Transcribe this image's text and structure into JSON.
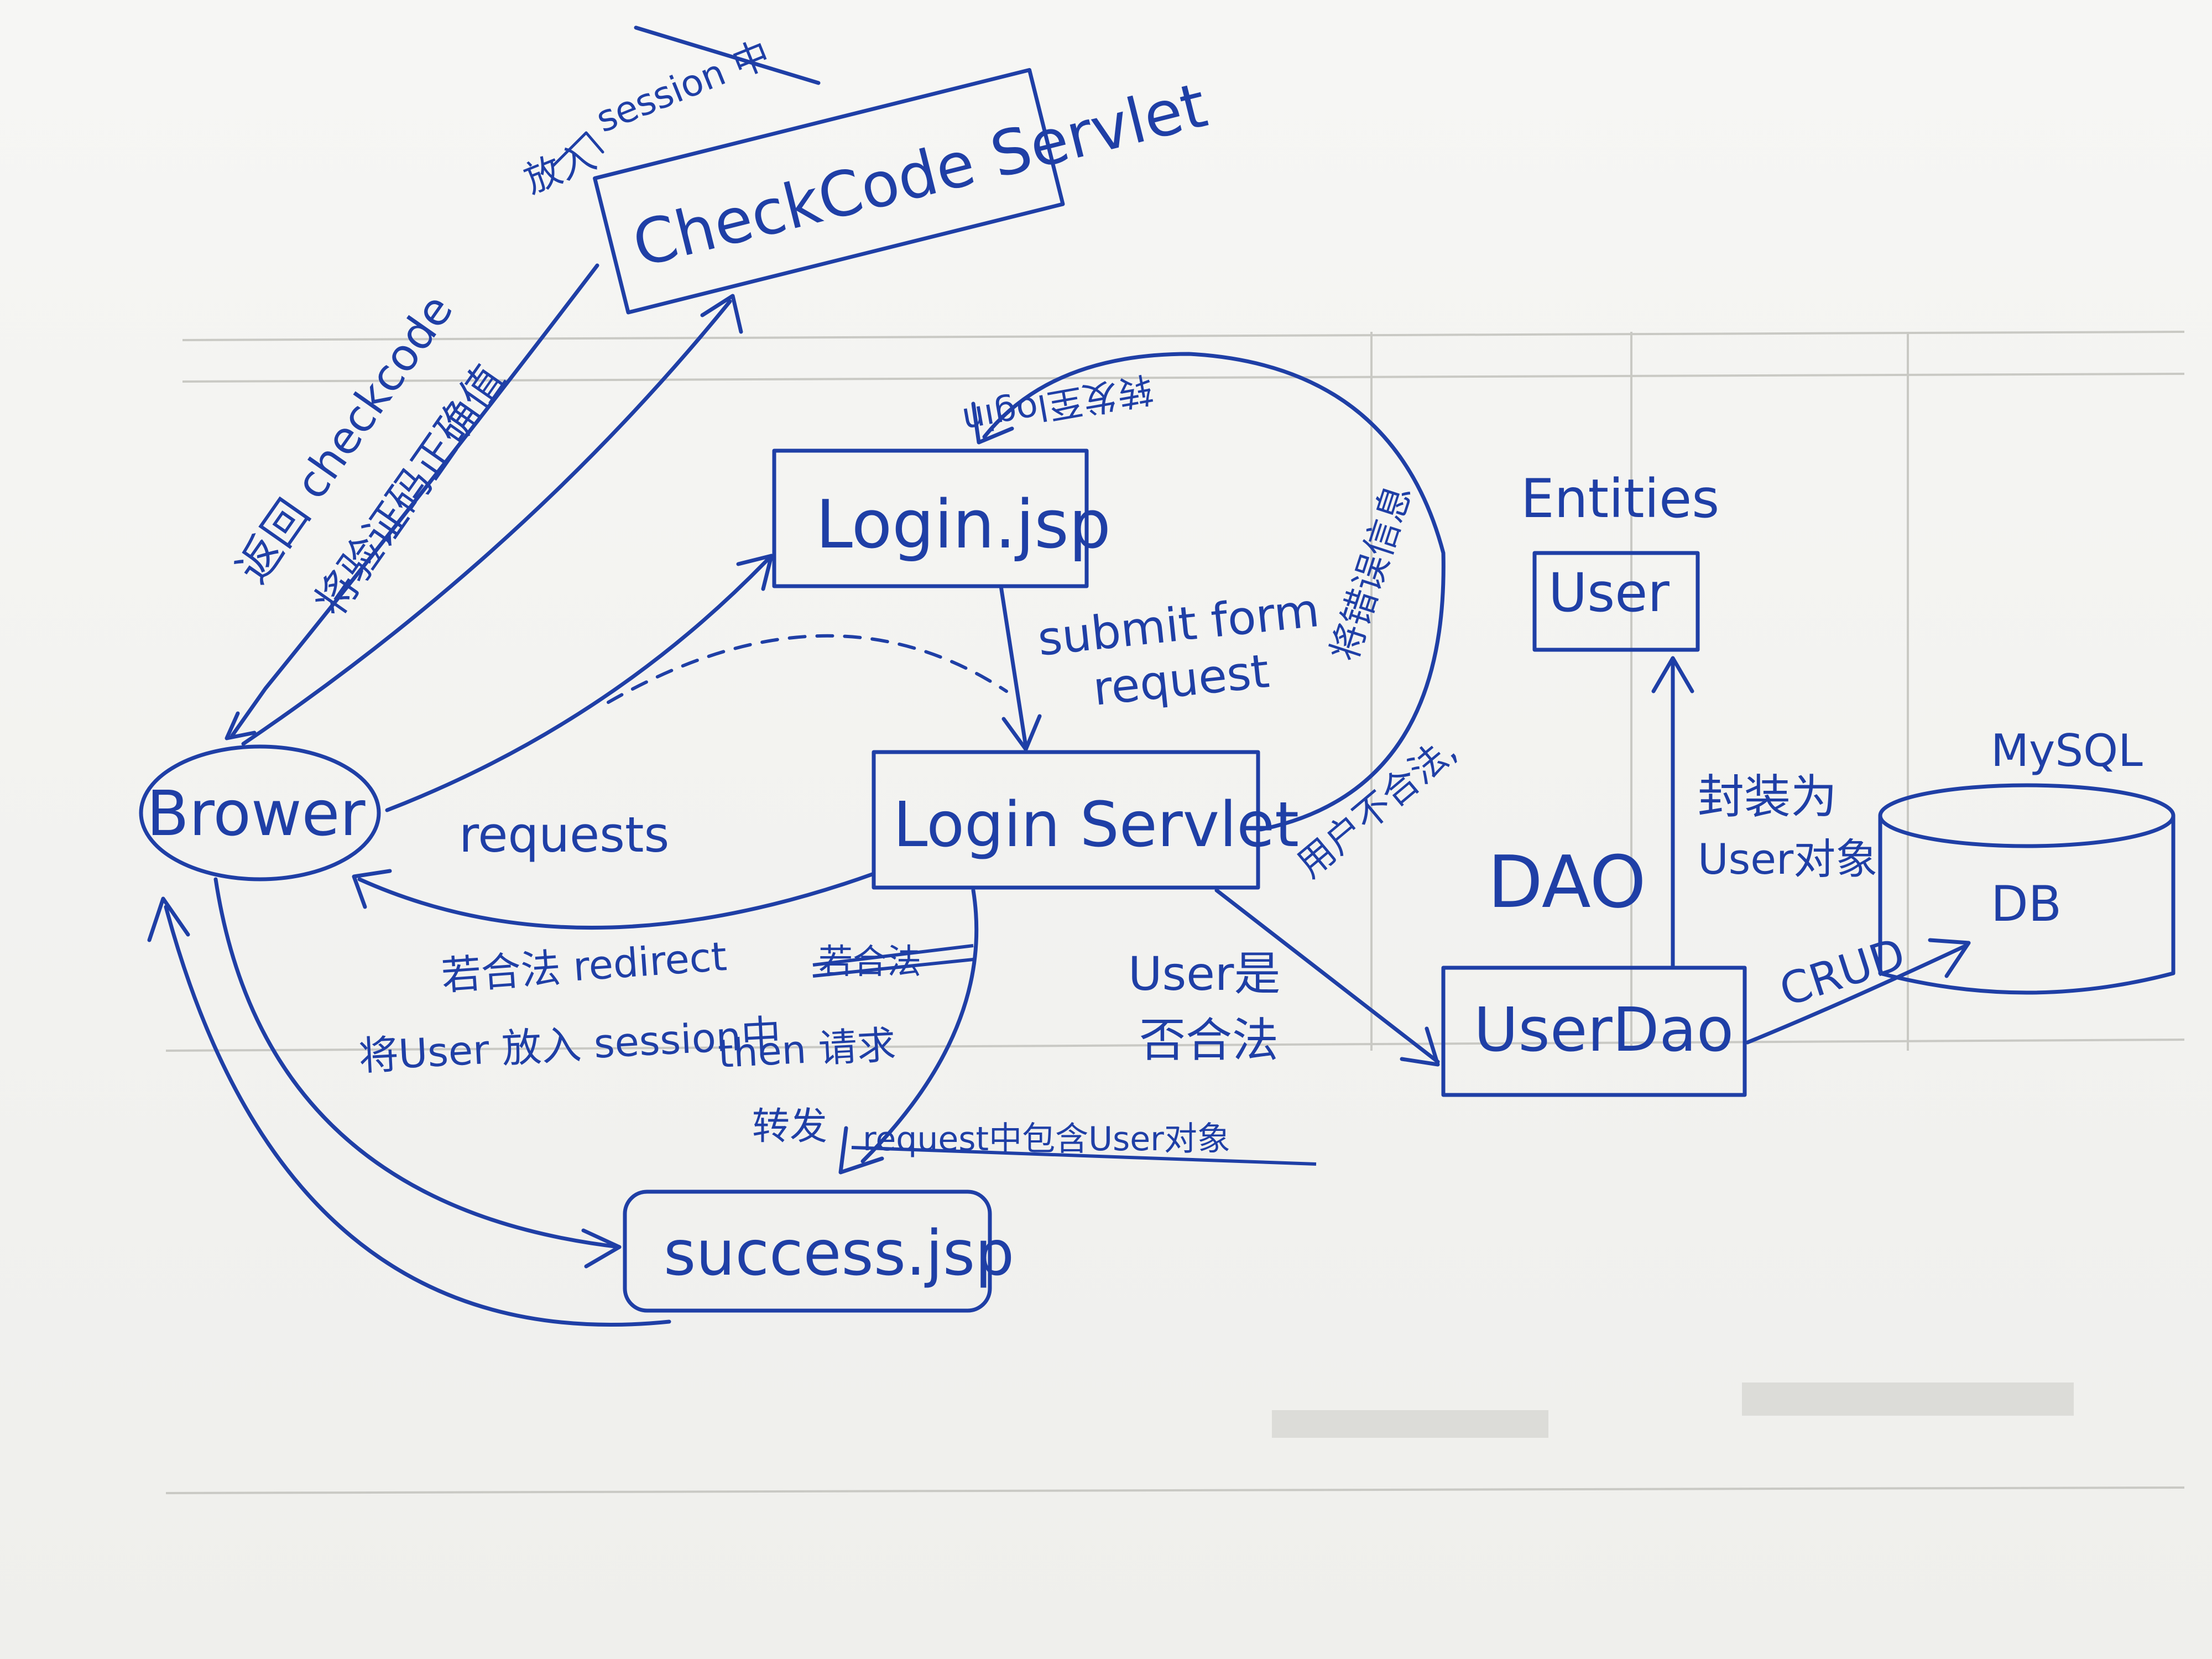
{
  "nodes": {
    "checkcode_servlet": "CheckCode Servlet",
    "login_jsp": "Login.jsp",
    "login_servlet": "Login Servlet",
    "browser": "Brower",
    "success_jsp": "success.jsp",
    "user_dao": "UserDao",
    "entities_title": "Entities",
    "user_entity": "User",
    "db": "DB",
    "mysql_label": "MySQL",
    "dao_label": "DAO"
  },
  "edges": {
    "session_put": "session 中",
    "put_in": "放入",
    "return_checkcode": "返回 checkcode",
    "verify_checkcode": "将验证码正确值",
    "submit_form": "submit form",
    "request": "request",
    "requests": "requests",
    "if_illegal": "用户不合法,",
    "illegal_msg": "将错误信息",
    "forward_back": "转发至login",
    "legal_redirect": "若合法 redirect",
    "struck_legal": "若合法",
    "store_session": "将User 放入 session中",
    "then_request": "then 请求",
    "forward": "转发",
    "struck_request_user": "request中包含User对象",
    "user_legal_q1": "User是",
    "user_legal_q2": "否合法",
    "wrap_user": "封装为",
    "user_object": "User对象",
    "crud": "CRUD"
  }
}
